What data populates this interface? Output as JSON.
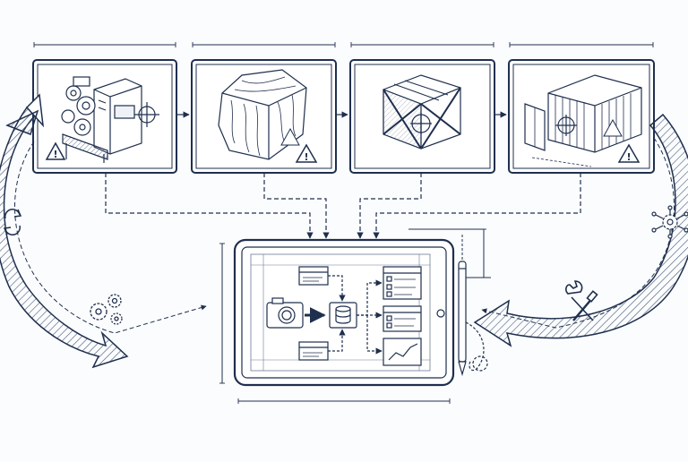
{
  "colors": {
    "ink": "#1f2f4e",
    "ink_light": "#6b7a94",
    "warning_fill": "#ffffff",
    "background": "#fbfcfd",
    "hatch": "#4a5a78"
  },
  "stages": [
    {
      "name": "machining",
      "icon": "lathe-machine-icon",
      "warning": true
    },
    {
      "name": "raw-material",
      "icon": "raw-stone-block-icon",
      "warning": true
    },
    {
      "name": "packaging",
      "icon": "wooden-crate-icon",
      "warning": false
    },
    {
      "name": "shipping",
      "icon": "shipping-container-icon",
      "warning": true
    }
  ],
  "tablet": {
    "nodes": [
      "camera-icon",
      "database-icon",
      "checklist-icon",
      "form-icon",
      "line-chart-icon"
    ]
  },
  "side_icons": {
    "left": [
      "refresh-cycle-icon",
      "gears-icon"
    ],
    "right": [
      "gear-network-icon",
      "wrench-screwdriver-icon"
    ]
  },
  "warning_glyph": "!"
}
